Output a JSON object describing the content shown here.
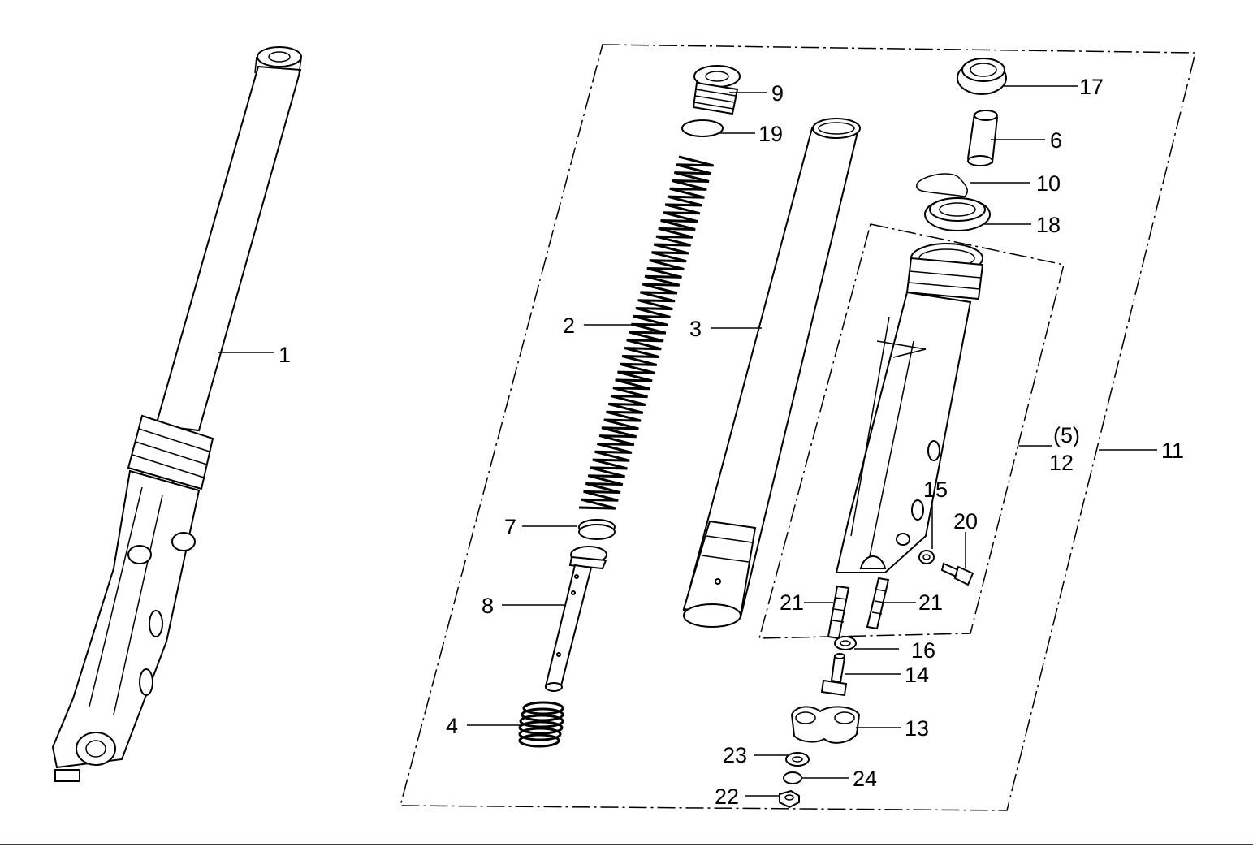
{
  "diagram": {
    "callouts": {
      "p1": "1",
      "p2": "2",
      "p3": "3",
      "p4": "4",
      "p5": "(5)",
      "p6": "6",
      "p7": "7",
      "p8": "8",
      "p9": "9",
      "p10": "10",
      "p11": "11",
      "p12": "12",
      "p13": "13",
      "p14": "14",
      "p15": "15",
      "p16": "16",
      "p17": "17",
      "p18": "18",
      "p19": "19",
      "p20": "20",
      "p21a": "21",
      "p21b": "21",
      "p22": "22",
      "p23": "23",
      "p24": "24"
    }
  }
}
